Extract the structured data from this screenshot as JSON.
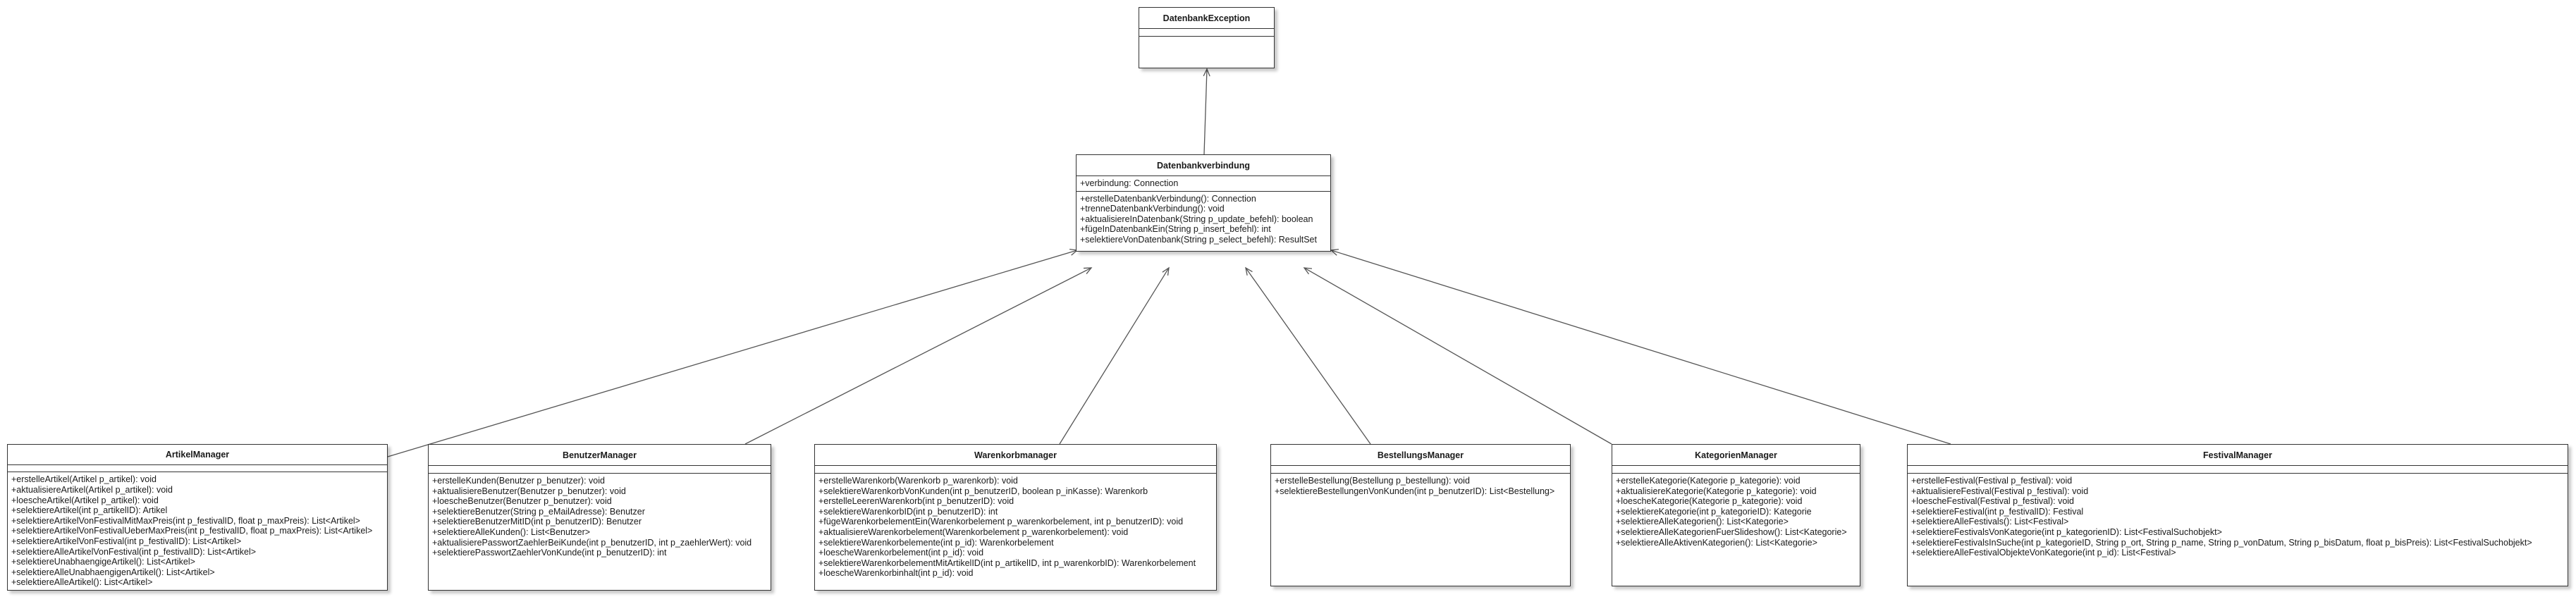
{
  "classes": {
    "datenbank_exception": {
      "name": "DatenbankException",
      "attributes": [],
      "operations": []
    },
    "datenbankverbindung": {
      "name": "Datenbankverbindung",
      "attributes": [
        "+verbindung: Connection"
      ],
      "operations": [
        "+erstelleDatenbankVerbindung(): Connection",
        "+trenneDatenbankVerbindung(): void",
        "+aktualisiereInDatenbank(String p_update_befehl): boolean",
        "+fügeInDatenbankEin(String p_insert_befehl): int",
        "+selektiereVonDatenbank(String p_select_befehl): ResultSet"
      ]
    },
    "artikel_manager": {
      "name": "ArtikelManager",
      "attributes": [],
      "operations": [
        "+erstelleArtikel(Artikel p_artikel): void",
        "+aktualisiereArtikel(Artikel p_artikel): void",
        "+loescheArtikel(Artikel p_artikel): void",
        "+selektiereArtikel(int p_artikelID): Artikel",
        "+selektiereArtikelVonFestivalMitMaxPreis(int p_festivalID, float p_maxPreis): List<Artikel>",
        "+selektiereArtikelVonFestivalUeberMaxPreis(int p_festivalID, float p_maxPreis): List<Artikel>",
        "+selektiereArtikelVonFestival(int p_festivalID): List<Artikel>",
        "+selektiereAlleArtikelVonFestival(int p_festivalID): List<Artikel>",
        "+selektiereUnabhaengigeArtikel(): List<Artikel>",
        "+selektiereAlleUnabhaengigenArtikel(): List<Artikel>",
        "+selektiereAlleArtikel(): List<Artikel>"
      ]
    },
    "benutzer_manager": {
      "name": "BenutzerManager",
      "attributes": [],
      "operations": [
        "+erstelleKunden(Benutzer p_benutzer): void",
        "+aktualisiereBenutzer(Benutzer p_benutzer): void",
        "+loescheBenutzer(Benutzer p_benutzer): void",
        "+selektiereBenutzer(String p_eMailAdresse): Benutzer",
        "+selektiereBenutzerMitID(int p_benutzerID): Benutzer",
        "+selektiereAlleKunden(): List<Benutzer>",
        "+aktualisierePasswortZaehlerBeiKunde(int p_benutzerID, int p_zaehlerWert): void",
        "+selektierePasswortZaehlerVonKunde(int p_benutzerID): int"
      ]
    },
    "warenkorb_manager": {
      "name": "Warenkorbmanager",
      "attributes": [],
      "operations": [
        "+erstelleWarenkorb(Warenkorb p_warenkorb): void",
        "+selektiereWarenkorbVonKunden(int p_benutzerID, boolean p_inKasse): Warenkorb",
        "+erstelleLeerenWarenkorb(int p_benutzerID): void",
        "+selektiereWarenkorbID(int p_benutzerID): int",
        "+fügeWarenkorbelementEin(Warenkorbelement p_warenkorbelement, int p_benutzerID): void",
        "+aktualisiereWarenkorbelement(Warenkorbelement p_warenkorbelement): void",
        "+selektiereWarenkorbelemente(int p_id): Warenkorbelement",
        "+loescheWarenkorbelement(int p_id): void",
        "+selektiereWarenkorbelementMitArtikelID(int p_artikelID, int p_warenkorbID): Warenkorbelement",
        "+loescheWarenkorbinhalt(int p_id): void"
      ]
    },
    "bestellungs_manager": {
      "name": "BestellungsManager",
      "attributes": [],
      "operations": [
        "+erstelleBestellung(Bestellung p_bestellung): void",
        "+selektiereBestellungenVonKunden(int p_benutzerID): List<Bestellung>"
      ]
    },
    "kategorien_manager": {
      "name": "KategorienManager",
      "attributes": [],
      "operations": [
        "+erstelleKategorie(Kategorie p_kategorie): void",
        "+aktualisiereKategorie(Kategorie p_kategorie): void",
        "+loescheKategorie(Kategorie p_kategorie): void",
        "+selektiereKategorie(int p_kategorieID): Kategorie",
        "+selektiereAlleKategorien(): List<Kategorie>",
        "+selektiereAlleKategorienFuerSlideshow(): List<Kategorie>",
        "+selektiereAlleAktivenKategorien(): List<Kategorie>"
      ]
    },
    "festival_manager": {
      "name": "FestivalManager",
      "attributes": [],
      "operations": [
        "+erstelleFestival(Festival p_festival): void",
        "+aktualisiereFestival(Festival p_festival): void",
        "+loescheFestival(Festival p_festival): void",
        "+selektiereFestival(int p_festivalID): Festival",
        "+selektiereAlleFestivals(): List<Festival>",
        "+selektiereFestivalsVonKategorie(int p_kategorienID): List<FestivalSuchobjekt>",
        "+selektiereFestivalsInSuche(int p_kategorieID, String p_ort, String p_name, String p_vonDatum, String p_bisDatum, float p_bisPreis): List<FestivalSuchobjekt>",
        "+selektiereAlleFestivalObjekteVonKategorie(int p_id): List<Festival>"
      ]
    }
  },
  "colors": {
    "border": "#333333",
    "line": "#555555",
    "background": "#ffffff"
  }
}
